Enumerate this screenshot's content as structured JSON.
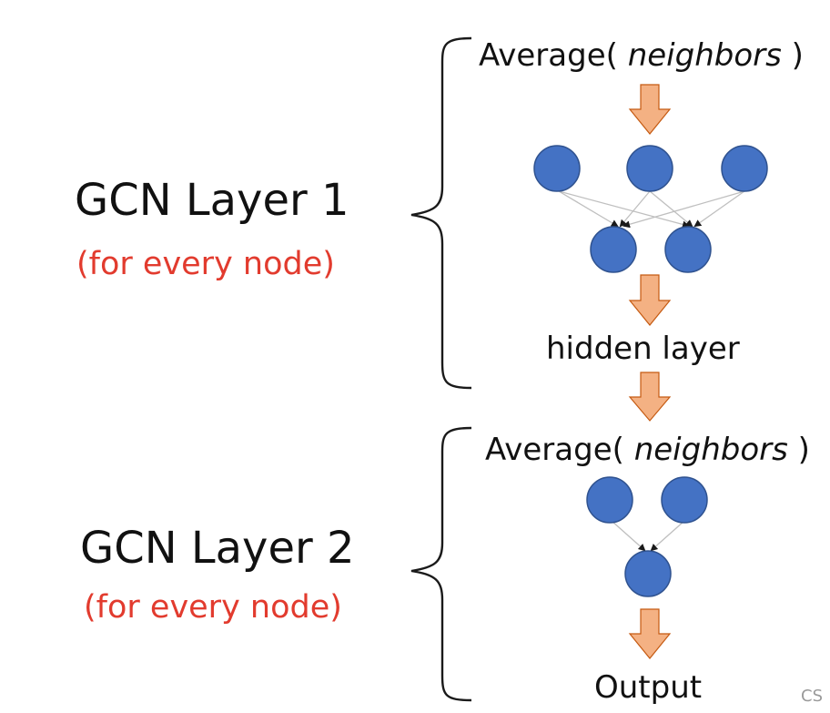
{
  "layer1": {
    "title": "GCN Layer 1",
    "subtitle": "(for every node)",
    "op_func": "Average(",
    "op_arg": "neighbors",
    "op_close": ")",
    "output_label": "hidden layer"
  },
  "layer2": {
    "title": "GCN Layer 2",
    "subtitle": "(for every node)",
    "op_func": "Average(",
    "op_arg": "neighbors",
    "op_close": ")",
    "output_label": "Output"
  },
  "watermark": "CS",
  "colors": {
    "node_fill": "#4472c4",
    "node_stroke": "#2f528f",
    "arrow_fill": "#f4b183",
    "arrow_stroke": "#c55a11",
    "edge": "#bfbfbf",
    "subtitle": "#e23b2e"
  }
}
